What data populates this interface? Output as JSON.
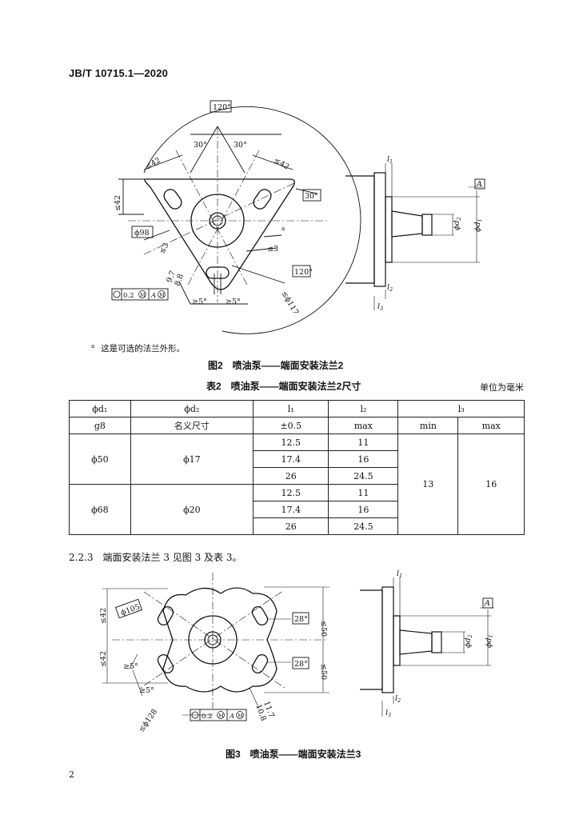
{
  "header": {
    "standard_code": "JB/T 10715.1—2020"
  },
  "figure2": {
    "labels": {
      "angle_top": "120°",
      "angle_left30": "30°",
      "angle_right30": "30°",
      "le42_left": "≤42",
      "le42_right": "≤42",
      "le42_vert": "≤42",
      "angle_side30": "30°",
      "phi98": "ϕ98",
      "le3_left": "≤3",
      "le3_right": "≤3",
      "angle_bottom": "120°",
      "le117": "≤ϕ117",
      "dim97": "9.7",
      "dim88": "8.8",
      "ge5_left": "≥5°",
      "ge5_right": "≥5°",
      "footnote_mark": "a",
      "tol_value": "0.2",
      "tol_mod": "M",
      "tol_datum": "A",
      "tol_datum_mod": "M",
      "side_l1": "l",
      "side_l1_sub": "1",
      "side_l2": "l",
      "side_l2_sub": "2",
      "side_l3": "l",
      "side_l3_sub": "3",
      "side_d2": "ϕd",
      "side_d2_sub": "2",
      "side_d1": "ϕd",
      "side_d1_sub": "1",
      "datum_A": "A"
    },
    "footnote_letter": "a",
    "footnote_text": "这是可选的法兰外形。",
    "caption": "图2　喷油泵——端面安装法兰2"
  },
  "table2": {
    "caption": "表2　喷油泵——端面安装法兰2尺寸",
    "unit": "单位为毫米",
    "header_row1": [
      "ϕd₁",
      "ϕd₂",
      "l₁",
      "l₂",
      "l₃"
    ],
    "header_row2": [
      "g8",
      "名义尺寸",
      "±0.5",
      "max",
      "min",
      "max"
    ],
    "groups": [
      {
        "d1": "ϕ50",
        "d2": "ϕ17",
        "rows": [
          {
            "l1": "12.5",
            "l2": "11"
          },
          {
            "l1": "17.4",
            "l2": "16"
          },
          {
            "l1": "26",
            "l2": "24.5"
          }
        ]
      },
      {
        "d1": "ϕ68",
        "d2": "ϕ20",
        "rows": [
          {
            "l1": "12.5",
            "l2": "11"
          },
          {
            "l1": "17.4",
            "l2": "16"
          },
          {
            "l1": "26",
            "l2": "24.5"
          }
        ]
      }
    ],
    "l3_min": "13",
    "l3_max": "16"
  },
  "section": {
    "text": "2.2.3　端面安装法兰 3 见图 3 及表 3。"
  },
  "figure3": {
    "labels": {
      "le42_top": "≤42",
      "le42_bot": "≤42",
      "phi105": "ϕ105",
      "angle28_top": "28°",
      "angle28_bot": "28°",
      "le50_top": "≤50",
      "le50_bot": "≤50",
      "ge5_a": "≥5°",
      "ge5_b": "≥5°",
      "le128": "≤ϕ128",
      "dim117": "11.7",
      "dim108": "10.8",
      "tol_value": "0.2",
      "tol_mod": "M",
      "tol_datum": "A",
      "tol_datum_mod": "M",
      "side_l1": "l",
      "side_l1_sub": "1",
      "side_l2": "l",
      "side_l2_sub": "2",
      "side_l3": "l",
      "side_l3_sub": "3",
      "side_d2": "ϕd",
      "side_d2_sub": "2",
      "side_d1": "ϕd",
      "side_d1_sub": "1",
      "datum_A": "A"
    },
    "caption": "图3　喷油泵——端面安装法兰3"
  },
  "page_number": "2"
}
